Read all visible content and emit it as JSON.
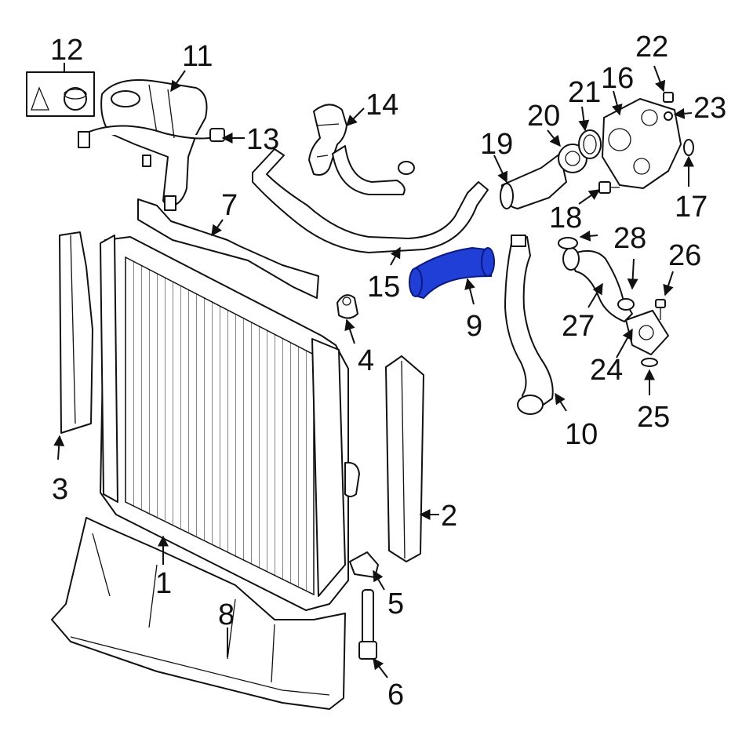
{
  "diagram": {
    "highlight_color": "#1f3fd6",
    "callouts": {
      "c1": "1",
      "c2": "2",
      "c3": "3",
      "c4": "4",
      "c5": "5",
      "c6": "6",
      "c7": "7",
      "c8": "8",
      "c9": "9",
      "c10": "10",
      "c11": "11",
      "c12": "12",
      "c13": "13",
      "c14": "14",
      "c15": "15",
      "c16": "16",
      "c17": "17",
      "c18": "18",
      "c19": "19",
      "c20": "20",
      "c21": "21",
      "c22": "22",
      "c23": "23",
      "c24": "24",
      "c25": "25",
      "c26": "26",
      "c27": "27",
      "c28": "28"
    },
    "highlighted_part": "9"
  }
}
